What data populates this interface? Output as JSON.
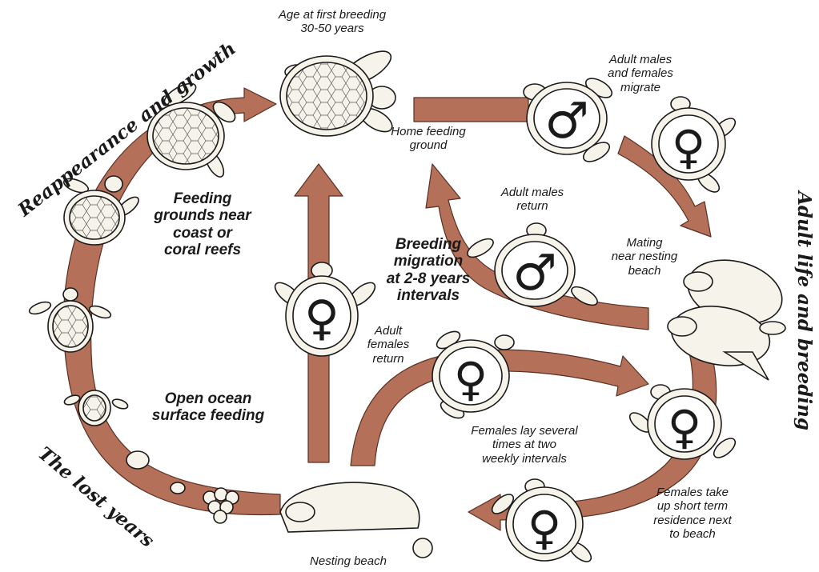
{
  "diagram": {
    "sections": {
      "left_top": "Reappearance and growth",
      "right": "Adult life and breeding",
      "left_bottom": "The lost years"
    },
    "labels": {
      "age_first_breeding": "Age at first breeding",
      "age_years": "30-50 years",
      "home_feeding_1": "Home feeding",
      "home_feeding_2": "ground",
      "adults_migrate_1": "Adult males",
      "adults_migrate_2": "and females",
      "adults_migrate_3": "migrate",
      "males_return_1": "Adult males",
      "males_return_2": "return",
      "mating_1": "Mating",
      "mating_2": "near nesting",
      "mating_3": "beach",
      "feeding_grounds_1": "Feeding",
      "feeding_grounds_2": "grounds near",
      "feeding_grounds_3": "coast or",
      "feeding_grounds_4": "coral reefs",
      "breeding_migration_1": "Breeding",
      "breeding_migration_2": "migration",
      "breeding_migration_3": "at 2-8 years",
      "breeding_migration_4": "intervals",
      "females_return_1": "Adult",
      "females_return_2": "females",
      "females_return_3": "return",
      "open_ocean_1": "Open ocean",
      "open_ocean_2": "surface feeding",
      "lay_1": "Females lay several",
      "lay_2": "times at two",
      "lay_3": "weekly intervals",
      "residence_1": "Females take",
      "residence_2": "up short term",
      "residence_3": "residence next",
      "residence_4": "to beach",
      "nesting_beach": "Nesting beach"
    },
    "symbols": {
      "male": "♂",
      "female": "♀"
    },
    "colors": {
      "arrow_fill": "#b5705a",
      "arrow_edge": "#5a2f22",
      "shell_fill": "#f6f3ea",
      "ink": "#1a1a1a"
    }
  }
}
